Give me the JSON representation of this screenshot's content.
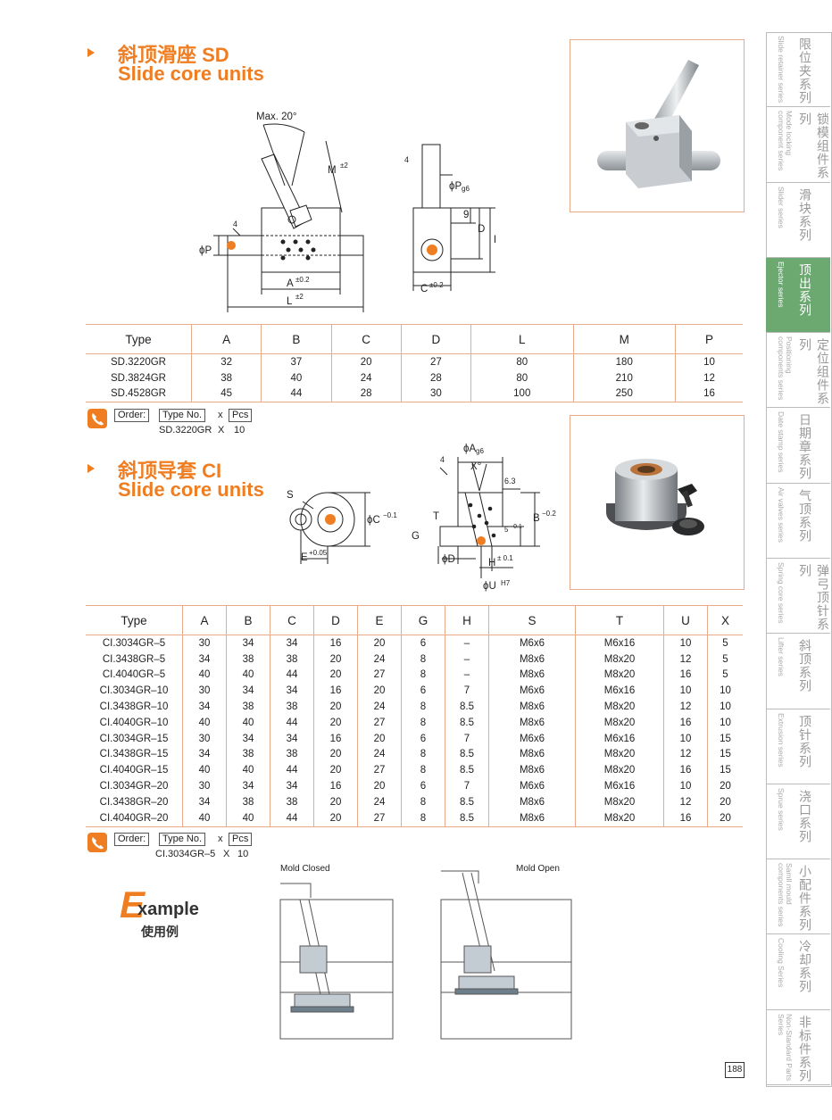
{
  "section1": {
    "title_cn": "斜顶滑座 SD",
    "title_en": "Slide core units",
    "diagram_labels": {
      "max_angle": "Max. 20°",
      "m": "M",
      "m_sup": "±2",
      "four": "4",
      "p": "ϕP",
      "a": "A",
      "a_sup": "±0.2",
      "l": "L",
      "l_sup": "±2",
      "four2": "4",
      "pg": "ϕP",
      "pg_sub": "g6",
      "nine": "9",
      "d": "D",
      "b": "B",
      "c": "C",
      "c_sup": "±0.2"
    },
    "table": {
      "headers": [
        "Type",
        "A",
        "B",
        "C",
        "D",
        "L",
        "M",
        "P"
      ],
      "rows": [
        [
          "SD.3220GR",
          "32",
          "37",
          "20",
          "27",
          "80",
          "180",
          "10"
        ],
        [
          "SD.3824GR",
          "38",
          "40",
          "24",
          "28",
          "80",
          "210",
          "12"
        ],
        [
          "SD.4528GR",
          "45",
          "44",
          "28",
          "30",
          "100",
          "250",
          "16"
        ]
      ]
    },
    "order": {
      "label": "Order:",
      "type_no": "Type No.",
      "x": "x",
      "pcs": "Pcs",
      "example_type": "SD.3220GR",
      "example_x": "X",
      "example_qty": "10"
    }
  },
  "section2": {
    "title_cn": "斜顶导套 CI",
    "title_en": "Slide core units",
    "diagram_labels": {
      "s": "S",
      "c": "ϕC",
      "c_sup": "−0.1",
      "e": "E",
      "e_sup": "+0.05",
      "ag": "ϕA",
      "ag_sub": "g6",
      "x": "X°",
      "four": "4",
      "rough": "6.3",
      "b": "B",
      "b_sup": "−0.2",
      "t": "T",
      "g": "G",
      "five": "5",
      "five_sup": "−0.1",
      "d": "ϕD",
      "h": "H",
      "h_sup": "± 0.1",
      "u": "ϕU",
      "u_sup": "H7"
    },
    "table": {
      "headers": [
        "Type",
        "A",
        "B",
        "C",
        "D",
        "E",
        "G",
        "H",
        "S",
        "T",
        "U",
        "X"
      ],
      "rows": [
        [
          "CI.3034GR–5",
          "30",
          "34",
          "34",
          "16",
          "20",
          "6",
          "–",
          "M6x6",
          "M6x16",
          "10",
          "5"
        ],
        [
          "CI.3438GR–5",
          "34",
          "38",
          "38",
          "20",
          "24",
          "8",
          "–",
          "M8x6",
          "M8x20",
          "12",
          "5"
        ],
        [
          "CI.4040GR–5",
          "40",
          "40",
          "44",
          "20",
          "27",
          "8",
          "–",
          "M8x6",
          "M8x20",
          "16",
          "5"
        ],
        [
          "CI.3034GR–10",
          "30",
          "34",
          "34",
          "16",
          "20",
          "6",
          "7",
          "M6x6",
          "M6x16",
          "10",
          "10"
        ],
        [
          "CI.3438GR–10",
          "34",
          "38",
          "38",
          "20",
          "24",
          "8",
          "8.5",
          "M8x6",
          "M8x20",
          "12",
          "10"
        ],
        [
          "CI.4040GR–10",
          "40",
          "40",
          "44",
          "20",
          "27",
          "8",
          "8.5",
          "M8x6",
          "M8x20",
          "16",
          "10"
        ],
        [
          "CI.3034GR–15",
          "30",
          "34",
          "34",
          "16",
          "20",
          "6",
          "7",
          "M6x6",
          "M6x16",
          "10",
          "15"
        ],
        [
          "CI.3438GR–15",
          "34",
          "38",
          "38",
          "20",
          "24",
          "8",
          "8.5",
          "M8x6",
          "M8x20",
          "12",
          "15"
        ],
        [
          "CI.4040GR–15",
          "40",
          "40",
          "44",
          "20",
          "27",
          "8",
          "8.5",
          "M8x6",
          "M8x20",
          "16",
          "15"
        ],
        [
          "CI.3034GR–20",
          "30",
          "34",
          "34",
          "16",
          "20",
          "6",
          "7",
          "M6x6",
          "M6x16",
          "10",
          "20"
        ],
        [
          "CI.3438GR–20",
          "34",
          "38",
          "38",
          "20",
          "24",
          "8",
          "8.5",
          "M8x6",
          "M8x20",
          "12",
          "20"
        ],
        [
          "CI.4040GR–20",
          "40",
          "40",
          "44",
          "20",
          "27",
          "8",
          "8.5",
          "M8x6",
          "M8x20",
          "16",
          "20"
        ]
      ]
    },
    "order": {
      "label": "Order:",
      "type_no": "Type No.",
      "x": "x",
      "pcs": "Pcs",
      "example_type": "CI.3034GR–5",
      "example_x": "X",
      "example_qty": "10"
    }
  },
  "example": {
    "title_e": "E",
    "title_rest": "xample",
    "subtitle": "使用例",
    "mold_closed": "Mold Closed",
    "mold_open": "Mold Open"
  },
  "sidebar": [
    {
      "cn": "限位夹系列",
      "en": "Slide retainer series"
    },
    {
      "cn": "锁模组件系列",
      "en": "Mode locking component series"
    },
    {
      "cn": "滑块系列",
      "en": "Slider series"
    },
    {
      "cn": "顶出系列",
      "en": "Ejector series",
      "active": true
    },
    {
      "cn": "定位组件系列",
      "en": "Positioning components series"
    },
    {
      "cn": "日期章系列",
      "en": "Date stamp series"
    },
    {
      "cn": "气顶系列",
      "en": "Air valves series"
    },
    {
      "cn": "弹弓顶针系列",
      "en": "Spring core series"
    },
    {
      "cn": "斜顶系列",
      "en": "Lifter series"
    },
    {
      "cn": "顶针系列",
      "en": "Extrusion series"
    },
    {
      "cn": "浇口系列",
      "en": "Sprue series"
    },
    {
      "cn": "小配件系列",
      "en": "Samll mould components series"
    },
    {
      "cn": "冷却系列",
      "en": "Cooling Series"
    },
    {
      "cn": "非标件系列",
      "en": "Non-Standard Parts Series"
    }
  ],
  "page_number": "188",
  "colors": {
    "accent": "#ef7d22",
    "border": "#e9a98b",
    "active_tab": "#6ba971"
  }
}
